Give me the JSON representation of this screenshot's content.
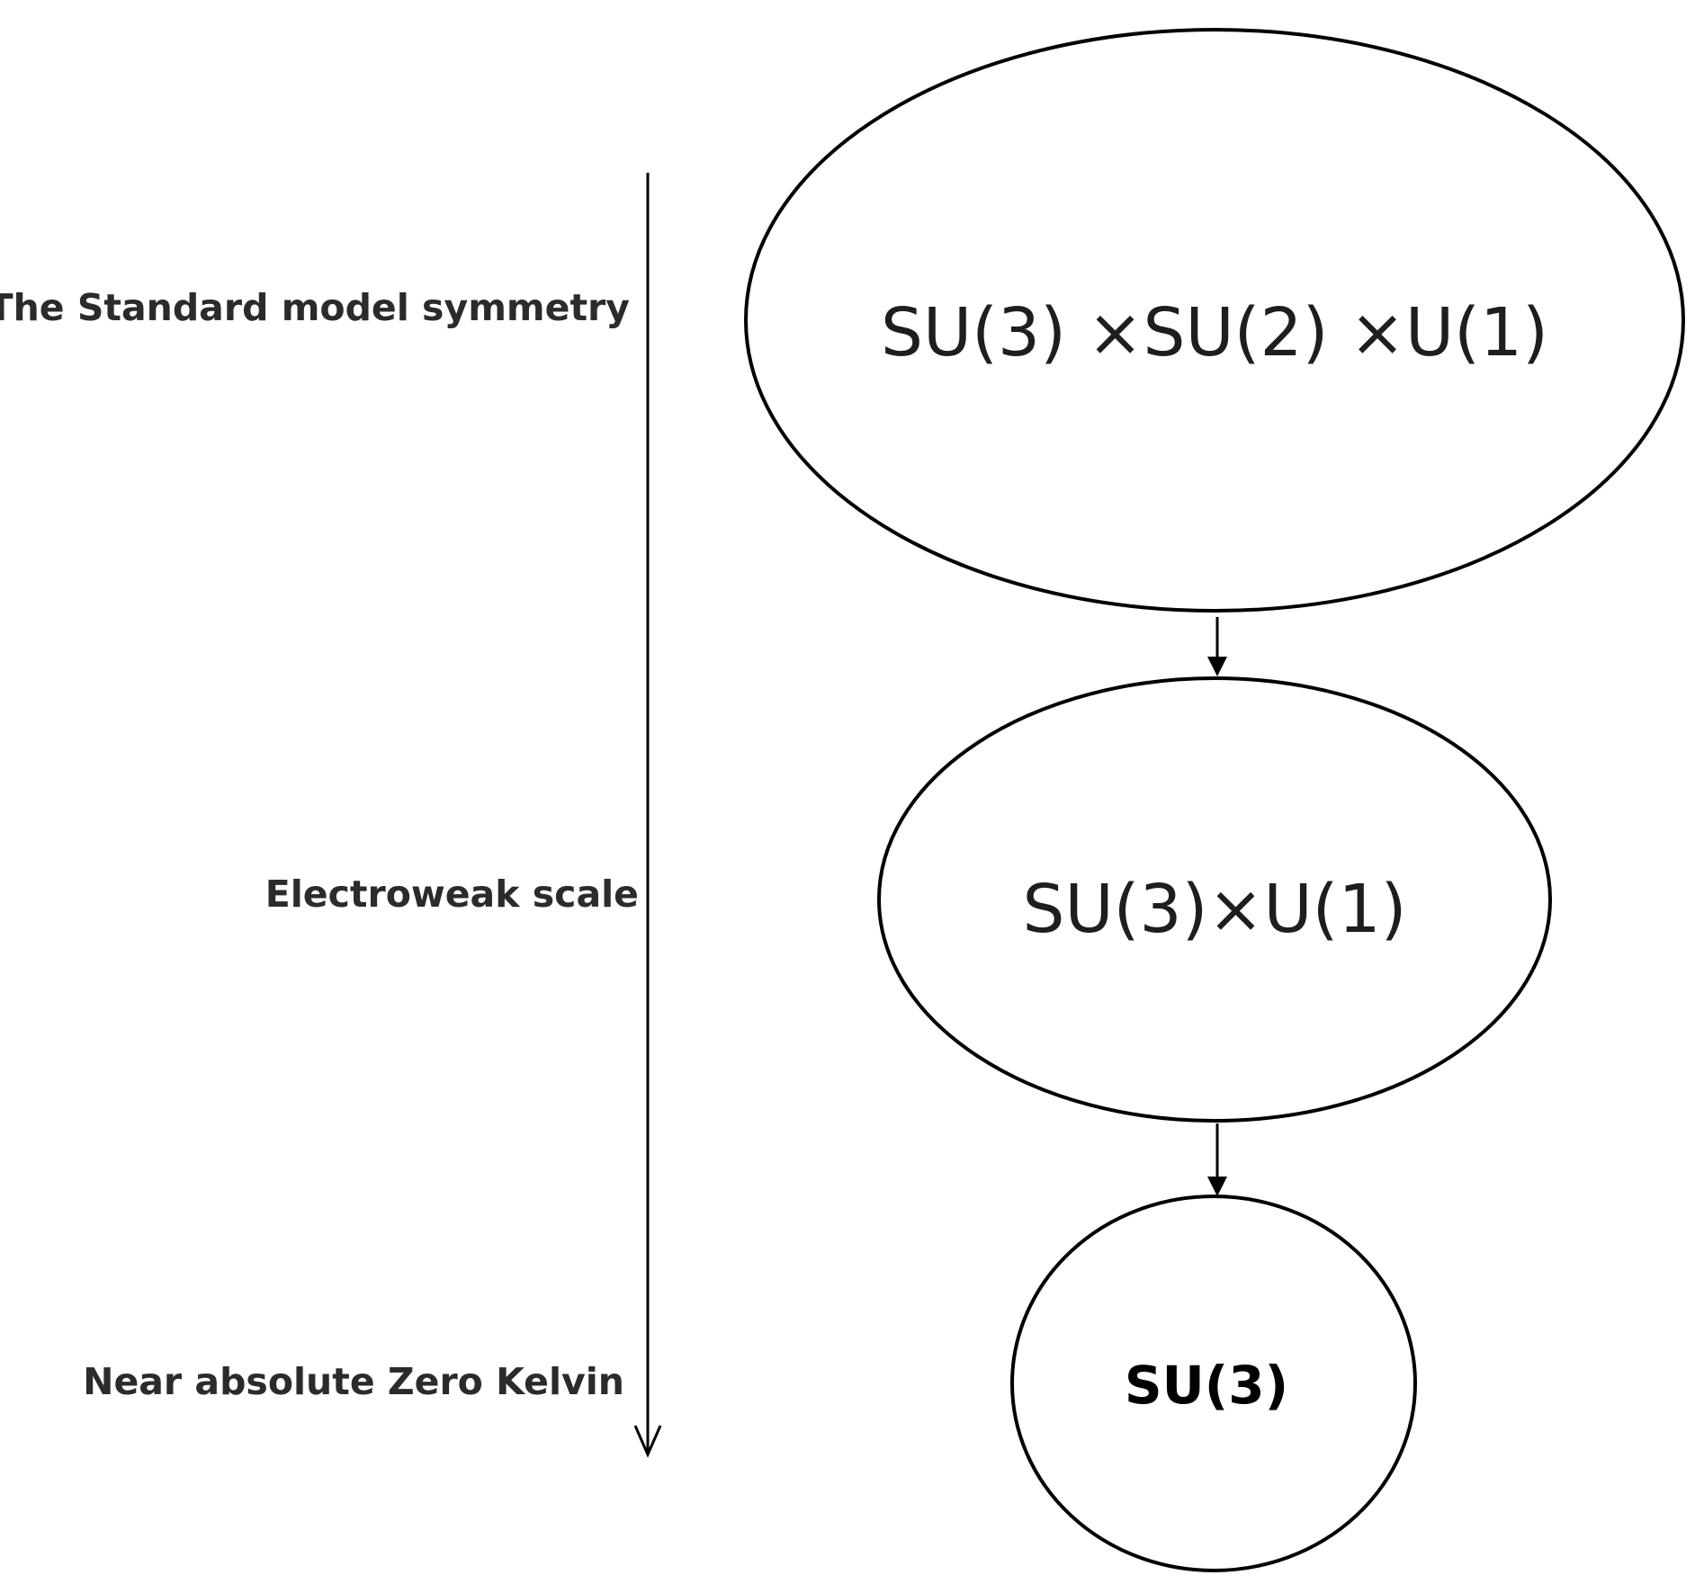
{
  "scale_labels": {
    "top": "The Standard model symmetry",
    "middle": "Electroweak scale",
    "bottom": "Near absolute Zero Kelvin"
  },
  "nodes": {
    "top": "SU(3) ×SU(2) ×U(1)",
    "middle": "SU(3)×U(1)",
    "bottom": "SU(3)"
  },
  "colors": {
    "stroke": "#000000",
    "label_text": "#2b2b2b",
    "background": "#ffffff"
  }
}
